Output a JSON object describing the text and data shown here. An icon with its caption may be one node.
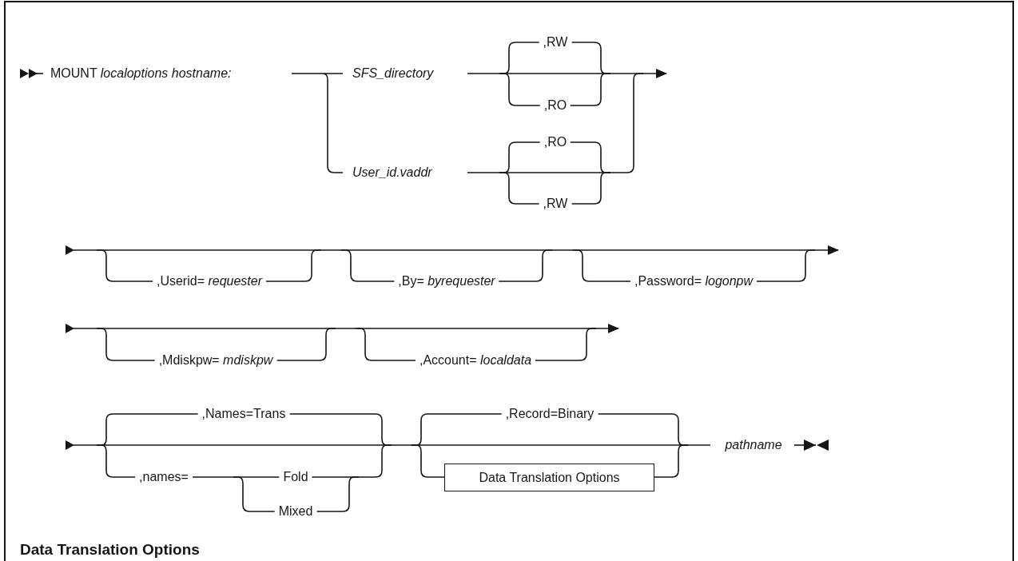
{
  "diagram": {
    "nodes": [
      {
        "text": [
          "Data Translation Options"
        ]
      }
    ],
    "labels": [
      "MOUNT *localoptions hostname:*",
      ",RW",
      "SFS_directory",
      ",RO",
      ",RO",
      "User_id.vaddr",
      ",RW",
      ",Userid= *requester*",
      ",By= *byrequester*",
      ",Password= *logonpw*",
      ",Mdiskpw= *mdiskpw*",
      ",Account= *localdata*",
      ",Names=Trans",
      ",Record=Binary",
      ",names=",
      "Fold",
      "pathname",
      "Mixed",
      "Data Translation Options"
    ]
  }
}
